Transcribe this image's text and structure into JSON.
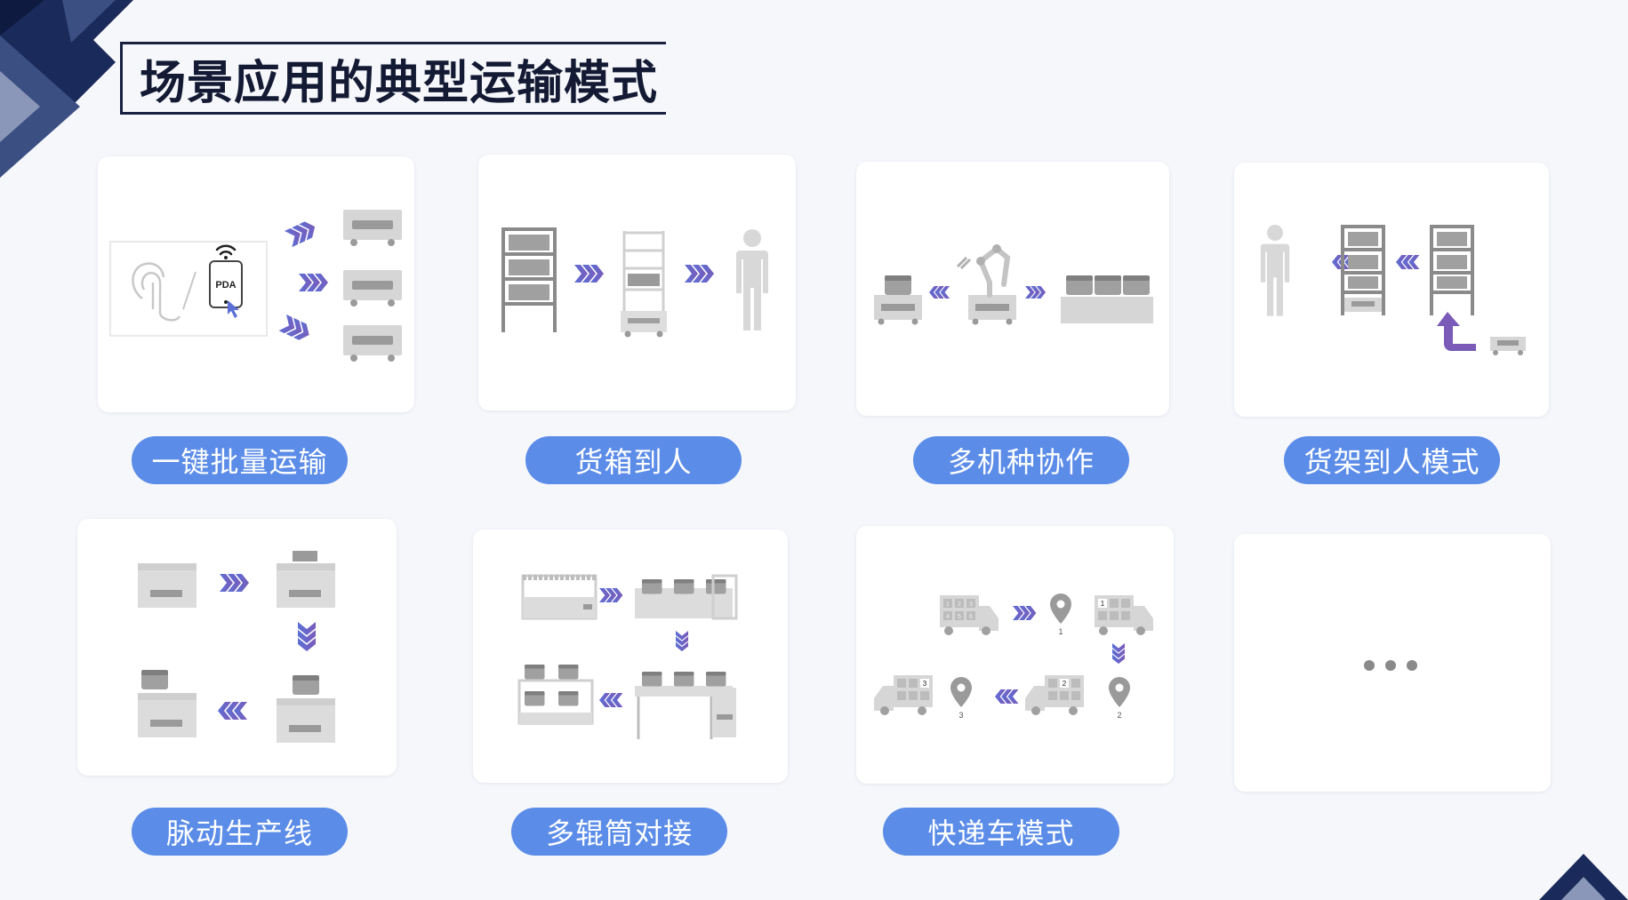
{
  "title": "场景应用的典型运输模式",
  "colors": {
    "pill": "#5b8ce8",
    "card": "#ffffff",
    "gray": "#b4b4b4",
    "dark_gray": "#8a8a8a",
    "chevron_a": "#5b6fd6",
    "chevron_b": "#7a5bb8",
    "navy": "#1a2a5a"
  },
  "modes": [
    {
      "label": "一键批量运输",
      "icon": "one-click-batch-icon",
      "pda_text": "PDA"
    },
    {
      "label": "货箱到人",
      "icon": "box-to-person-icon"
    },
    {
      "label": "多机种协作",
      "icon": "multi-robot-icon"
    },
    {
      "label": "货架到人模式",
      "icon": "shelf-to-person-icon"
    },
    {
      "label": "脉动生产线",
      "icon": "pulse-line-icon"
    },
    {
      "label": "多辊筒对接",
      "icon": "roller-docking-icon"
    },
    {
      "label": "快递车模式",
      "icon": "courier-car-icon",
      "stops": [
        "1",
        "2",
        "3"
      ],
      "numbers": [
        "1",
        "2",
        "3",
        "4",
        "5",
        "6"
      ]
    },
    {
      "label": "",
      "icon": "more-icon"
    }
  ]
}
